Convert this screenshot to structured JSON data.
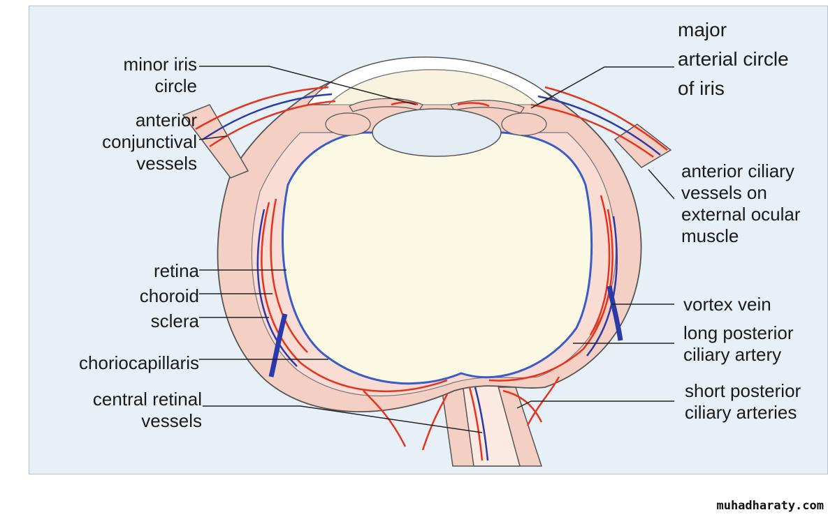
{
  "labels": {
    "minor_iris_circle": [
      "minor iris",
      "circle"
    ],
    "anterior_conjunctival_vessels": [
      "anterior",
      "conjunctival",
      "vessels"
    ],
    "retina": "retina",
    "choroid": "choroid",
    "sclera": "sclera",
    "choriocapillaris": "choriocapillaris",
    "central_retinal_vessels": [
      "central retinal",
      "vessels"
    ],
    "major_arterial_circle": [
      "major",
      "arterial circle",
      "of iris"
    ],
    "anterior_ciliary_vessels": [
      "anterior ciliary",
      "vessels on",
      "external ocular",
      "muscle"
    ],
    "vortex_vein": "vortex vein",
    "long_posterior_ciliary_artery": [
      "long posterior",
      "ciliary artery"
    ],
    "short_posterior_ciliary_arteries": [
      "short posterior",
      "ciliary arteries"
    ]
  },
  "watermark": "muhadharaty.com",
  "colors": {
    "background": "#e7f0f7",
    "sclera": "#f4cfc4",
    "vitreous": "#fbf8e4",
    "artery": "#e8321e",
    "vein": "#2b3aa8",
    "leader": "#222222"
  }
}
